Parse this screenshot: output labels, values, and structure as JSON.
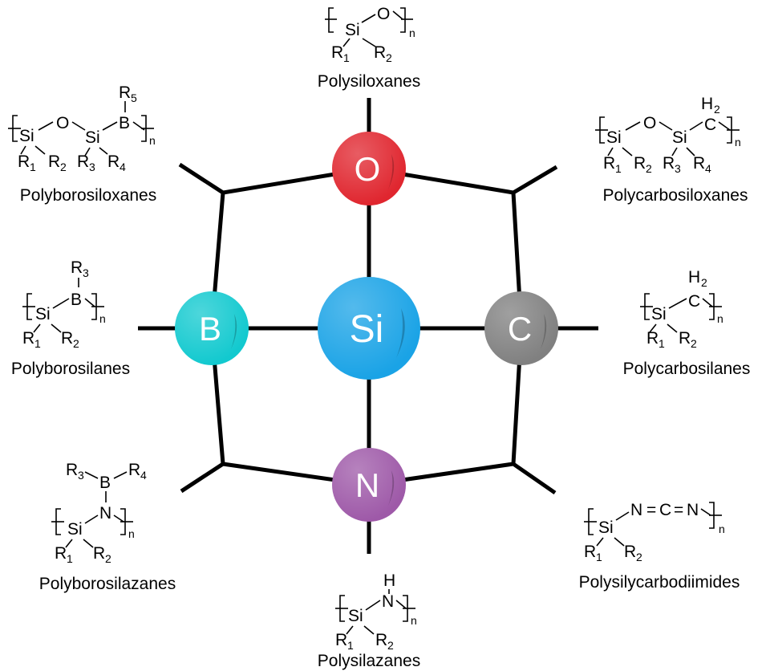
{
  "nodes": {
    "center": {
      "symbol": "Si",
      "color": "#1aa3e6"
    },
    "top": {
      "symbol": "O",
      "color": "#e0262f"
    },
    "left": {
      "symbol": "B",
      "color": "#12c9cf"
    },
    "right": {
      "symbol": "C",
      "color": "#808080"
    },
    "bottom": {
      "symbol": "N",
      "color": "#9e59a8"
    }
  },
  "labels": {
    "polysiloxanes": "Polysiloxanes",
    "polyborosiloxanes": "Polyborosiloxanes",
    "polycarbosiloxanes": "Polycarbosiloxanes",
    "polyborosilanes": "Polyborosilanes",
    "polycarbosilanes": "Polycarbosilanes",
    "polyborosilazanes": "Polyborosilazanes",
    "polysilazanes": "Polysilazanes",
    "polysilycarbodiimides": "Polysilycarbodiimides"
  },
  "atoms": {
    "si": "Si",
    "o": "O",
    "b": "B",
    "c": "C",
    "n": "N",
    "h": "H",
    "r": "R",
    "n_sub": "n",
    "h2_sub": "2",
    "sub1": "1",
    "sub2": "2",
    "sub3": "3",
    "sub4": "4",
    "sub5": "5",
    "eq": "="
  }
}
